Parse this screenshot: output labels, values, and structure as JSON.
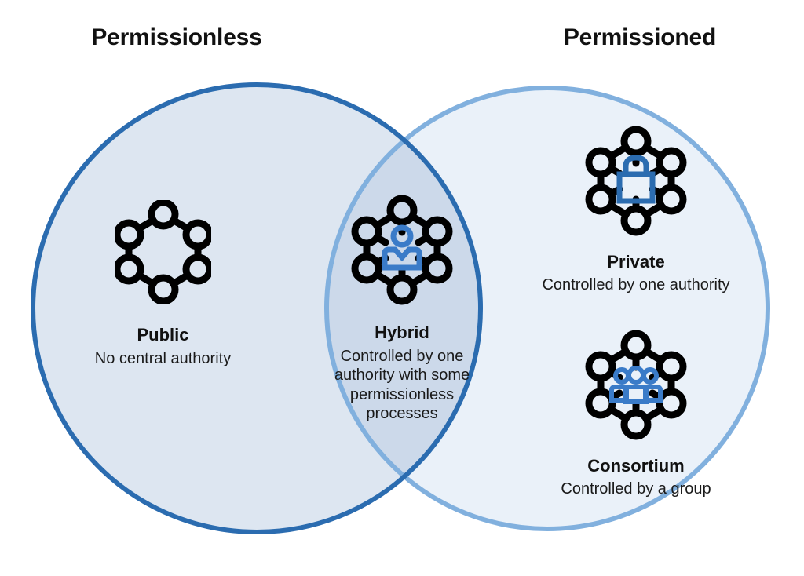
{
  "diagram": {
    "type": "venn",
    "headings": {
      "left": "Permissionless",
      "right": "Permissioned"
    },
    "colors": {
      "left_circle_stroke": "#2B6CB0",
      "left_circle_fill": "#DDE6F1",
      "right_circle_stroke": "#81B0DE",
      "right_circle_fill": "#EAF1F9",
      "overlap_fill": "#CCD9EA",
      "icon_outline": "#000000",
      "icon_accent": "#3A7BC8",
      "text": "#111111",
      "background": "#FFFFFF"
    },
    "groups": [
      {
        "id": "public",
        "icon": "hexagon-network-icon",
        "title": "Public",
        "description": "No central authority",
        "region": "permissionless-only"
      },
      {
        "id": "hybrid",
        "icon": "hexagon-network-person-icon",
        "title": "Hybrid",
        "description": "Controlled by one authority with some permissionless processes",
        "region": "overlap"
      },
      {
        "id": "private",
        "icon": "hexagon-network-lock-icon",
        "title": "Private",
        "description": "Controlled by one authority",
        "region": "permissioned-only"
      },
      {
        "id": "consortium",
        "icon": "hexagon-network-group-icon",
        "title": "Consortium",
        "description": "Controlled by a group",
        "region": "permissioned-only"
      }
    ]
  }
}
